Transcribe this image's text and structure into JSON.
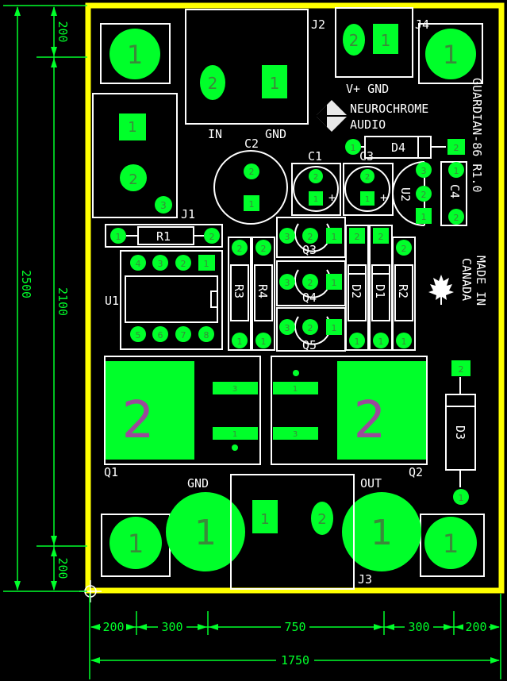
{
  "board": {
    "title": "GUARDIAN-86 R1.0",
    "brand_line1": "NEUROCHROME",
    "brand_line2": "AUDIO",
    "made_in_line1": "MADE IN",
    "made_in_line2": "CANADA",
    "outline_color": "#ffff00",
    "pad_color": "#00ff2a",
    "silk_color": "#ffffff"
  },
  "designators": {
    "j1": "J1",
    "j2": "J2",
    "j3": "J3",
    "j4": "J4",
    "c1": "C1",
    "c2": "C2",
    "c3": "C3",
    "c4": "C4",
    "d1": "D1",
    "d2": "D2",
    "d3": "D3",
    "d4": "D4",
    "r1": "R1",
    "r2": "R2",
    "r3": "R3",
    "r4": "R4",
    "q1": "Q1",
    "q2": "Q2",
    "q3": "Q3",
    "q4": "Q4",
    "q5": "Q5",
    "u1": "U1",
    "u2": "U2"
  },
  "connector_labels": {
    "j2_in": "IN",
    "j2_gnd": "GND",
    "j4_label": "V+ GND",
    "j3_gnd": "GND",
    "j3_out": "OUT"
  },
  "pad_numbers": {
    "one": "1",
    "two": "2",
    "three": "3",
    "four": "4",
    "five": "5",
    "six": "6",
    "seven": "7",
    "eight": "8"
  },
  "polarity": {
    "plus": "+"
  },
  "dimensions": {
    "vertical": {
      "top": "200",
      "middle": "2100",
      "bottom": "200",
      "total": "2500"
    },
    "horizontal": {
      "left_margin": "200",
      "left_gap": "300",
      "center": "750",
      "right_gap": "300",
      "right_margin": "200",
      "total": "1750"
    }
  }
}
